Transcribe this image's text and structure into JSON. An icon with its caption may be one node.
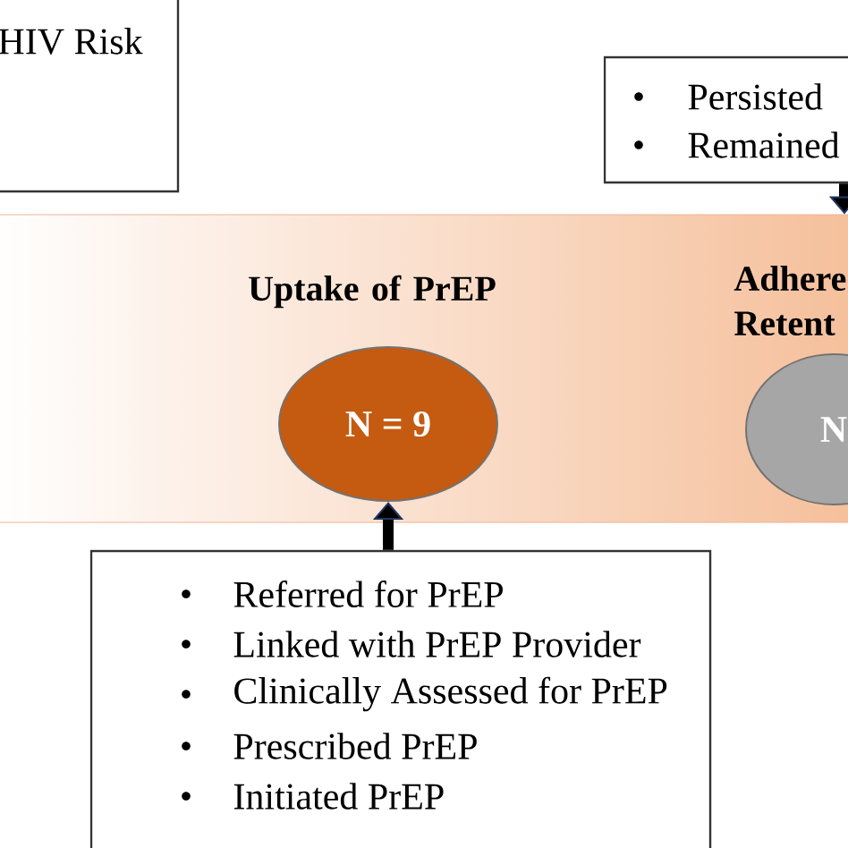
{
  "diagram": {
    "nodes": [
      {
        "text": [
          "HIV Risk"
        ]
      },
      {
        "text": [
          "Persisted",
          "Remained"
        ]
      },
      {
        "text": [],
        "shape": "band"
      },
      {
        "text": [
          "N = 9"
        ],
        "in": 2,
        "beside": [
          "Uptake of PrEP"
        ]
      },
      {
        "text": [
          "N"
        ],
        "in": 2,
        "beside": [
          "Adhere Retent"
        ]
      },
      {
        "text": [
          "Referred for PrEP",
          "Linked with PrEP Provider",
          "Clinically Assessed for PrEP",
          "Prescribed PrEP",
          "Initiated PrEP"
        ]
      }
    ],
    "edges": [
      {
        "from": 1,
        "to": 2,
        "arrow": "to"
      },
      {
        "from": 5,
        "to": 3,
        "arrow": "to"
      }
    ]
  }
}
